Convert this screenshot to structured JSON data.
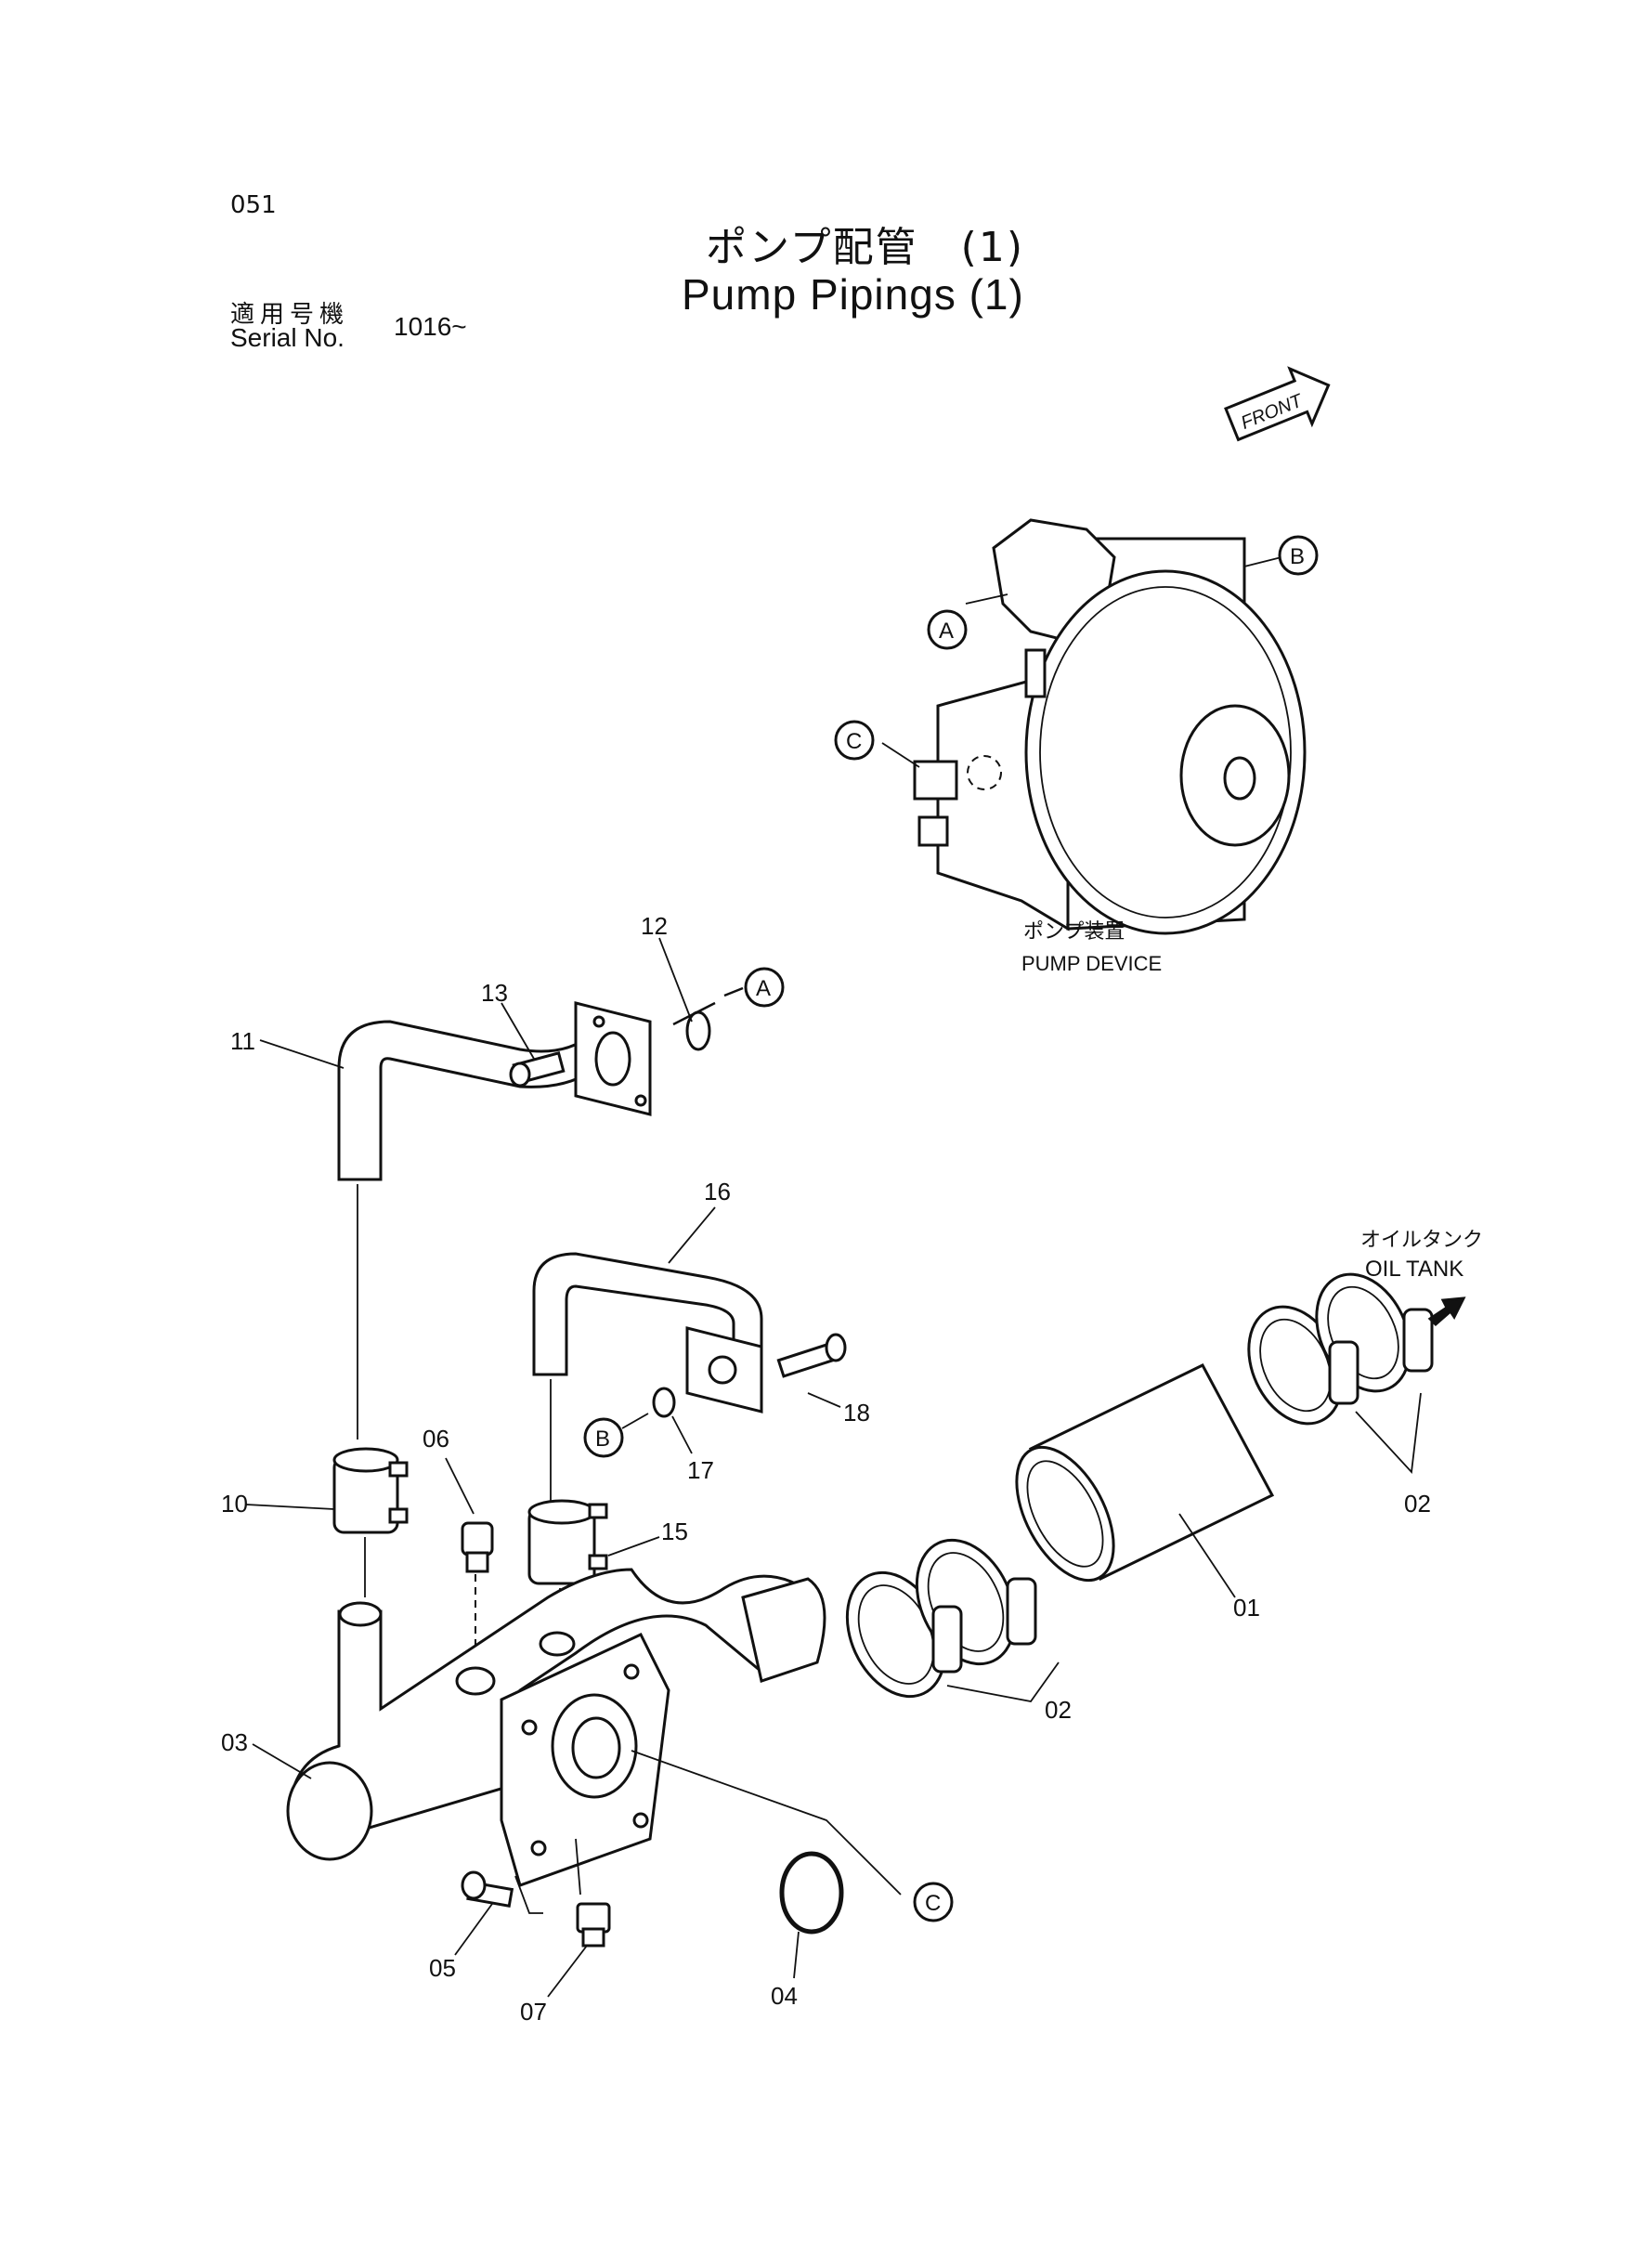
{
  "header": {
    "page_number": "051",
    "title_jp": "ポンプ配管　(1)",
    "title_en": "Pump Pipings (1)",
    "serial_label_jp": "適用号機",
    "serial_label_en": "Serial No.",
    "serial_value": "1016~"
  },
  "front_marker": "FRONT",
  "pump_device": {
    "label_jp": "ポンプ装置",
    "label_en": "PUMP DEVICE",
    "connection_points": [
      "A",
      "B",
      "C"
    ]
  },
  "oil_tank": {
    "label_jp": "オイルタンク",
    "label_en": "OIL TANK"
  },
  "callouts": {
    "p01": "01",
    "p02a": "02",
    "p02b": "02",
    "p03": "03",
    "p04": "04",
    "p05": "05",
    "p06": "06",
    "p07": "07",
    "p10": "10",
    "p11": "11",
    "p12": "12",
    "p13": "13",
    "p15": "15",
    "p16": "16",
    "p17": "17",
    "p18": "18"
  },
  "refs": {
    "A": "A",
    "B": "B",
    "C": "C"
  }
}
